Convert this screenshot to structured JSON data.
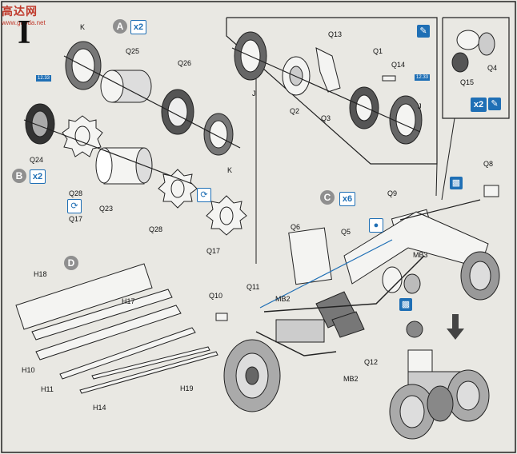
{
  "watermark": {
    "title": "高达网",
    "url": "www.gaoda.net"
  },
  "step_number": "I",
  "callouts": {
    "a": "A",
    "b": "B",
    "c": "C",
    "d": "D"
  },
  "multipliers": {
    "a": "x2",
    "b": "x2",
    "c": "x6",
    "inset": "x2"
  },
  "measure_marks": {
    "left": "12.33",
    "inset": "12.33"
  },
  "part_labels": {
    "k_top": "K",
    "q25": "Q25",
    "q26": "Q26",
    "k_bottom": "K",
    "q24": "Q24",
    "q28_left": "Q28",
    "q17_left": "Q17",
    "q23": "Q23",
    "q28_right": "Q28",
    "q17_right": "Q17",
    "q13": "Q13",
    "q1": "Q1",
    "q14": "Q14",
    "j_left": "J",
    "q2": "Q2",
    "q3": "Q3",
    "j_right": "J",
    "q4": "Q4",
    "q15": "Q15",
    "q8": "Q8",
    "q9": "Q9",
    "q6": "Q6",
    "q5": "Q5",
    "mb3": "MB3",
    "q11": "Q11",
    "q10": "Q10",
    "mb2_upper": "MB2",
    "mb2_lower": "MB2",
    "q12": "Q12",
    "h18": "H18",
    "h17": "H17",
    "h10": "H10",
    "h11": "H11",
    "h19": "H19",
    "h14": "H14"
  },
  "icons": {
    "glue": "glue-brush-icon",
    "cement": "cement-tube-icon",
    "paint_drop": "paint-drop-icon",
    "rotate": "rotate-assembly-icon",
    "down_arrow": "down-arrow-icon"
  },
  "colors": {
    "accent": "#1f6fb5",
    "callout": "#8f8f8f",
    "line": "#1b1b1b",
    "paper": "#e9e8e3",
    "watermark": "#c0392b"
  }
}
